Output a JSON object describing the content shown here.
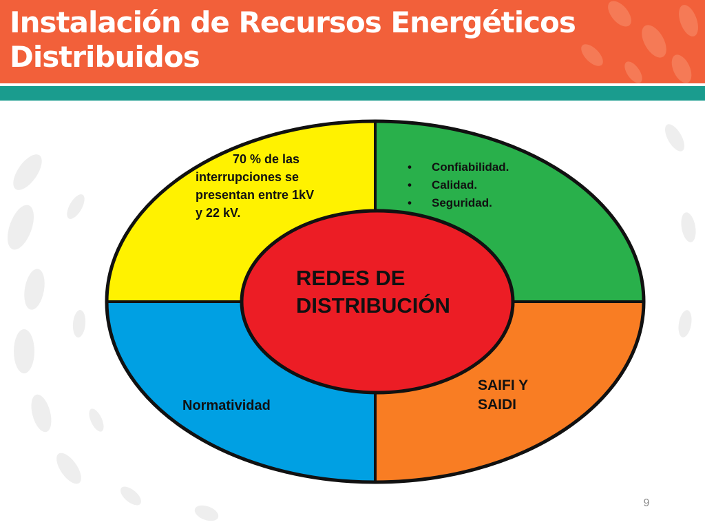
{
  "slide": {
    "title_line1": "Instalación de Recursos Energéticos",
    "title_line2": "Distribuidos",
    "page_number": "9"
  },
  "diagram": {
    "top_left": {
      "text_line1": "70 % de las",
      "text_line2": "interrupciones se",
      "text_line3": "presentan entre 1kV",
      "text_line4": "y 22 kV.",
      "fill": "#fff200"
    },
    "top_right": {
      "bullets": [
        "Confiabilidad.",
        "Calidad.",
        "Seguridad."
      ],
      "fill": "#29b04b"
    },
    "bottom_left": {
      "label": "Normatividad",
      "fill": "#00a0e3"
    },
    "bottom_right": {
      "label_line1": "SAIFI Y",
      "label_line2": "SAIDI",
      "fill": "#f97d23"
    },
    "center": {
      "label_line1": "REDES DE",
      "label_line2": "DISTRIBUCIÓN",
      "fill": "#ec1d25"
    }
  },
  "colors": {
    "header": "#f2603a",
    "header_band": "#1a9c8e",
    "outline": "#111111"
  }
}
